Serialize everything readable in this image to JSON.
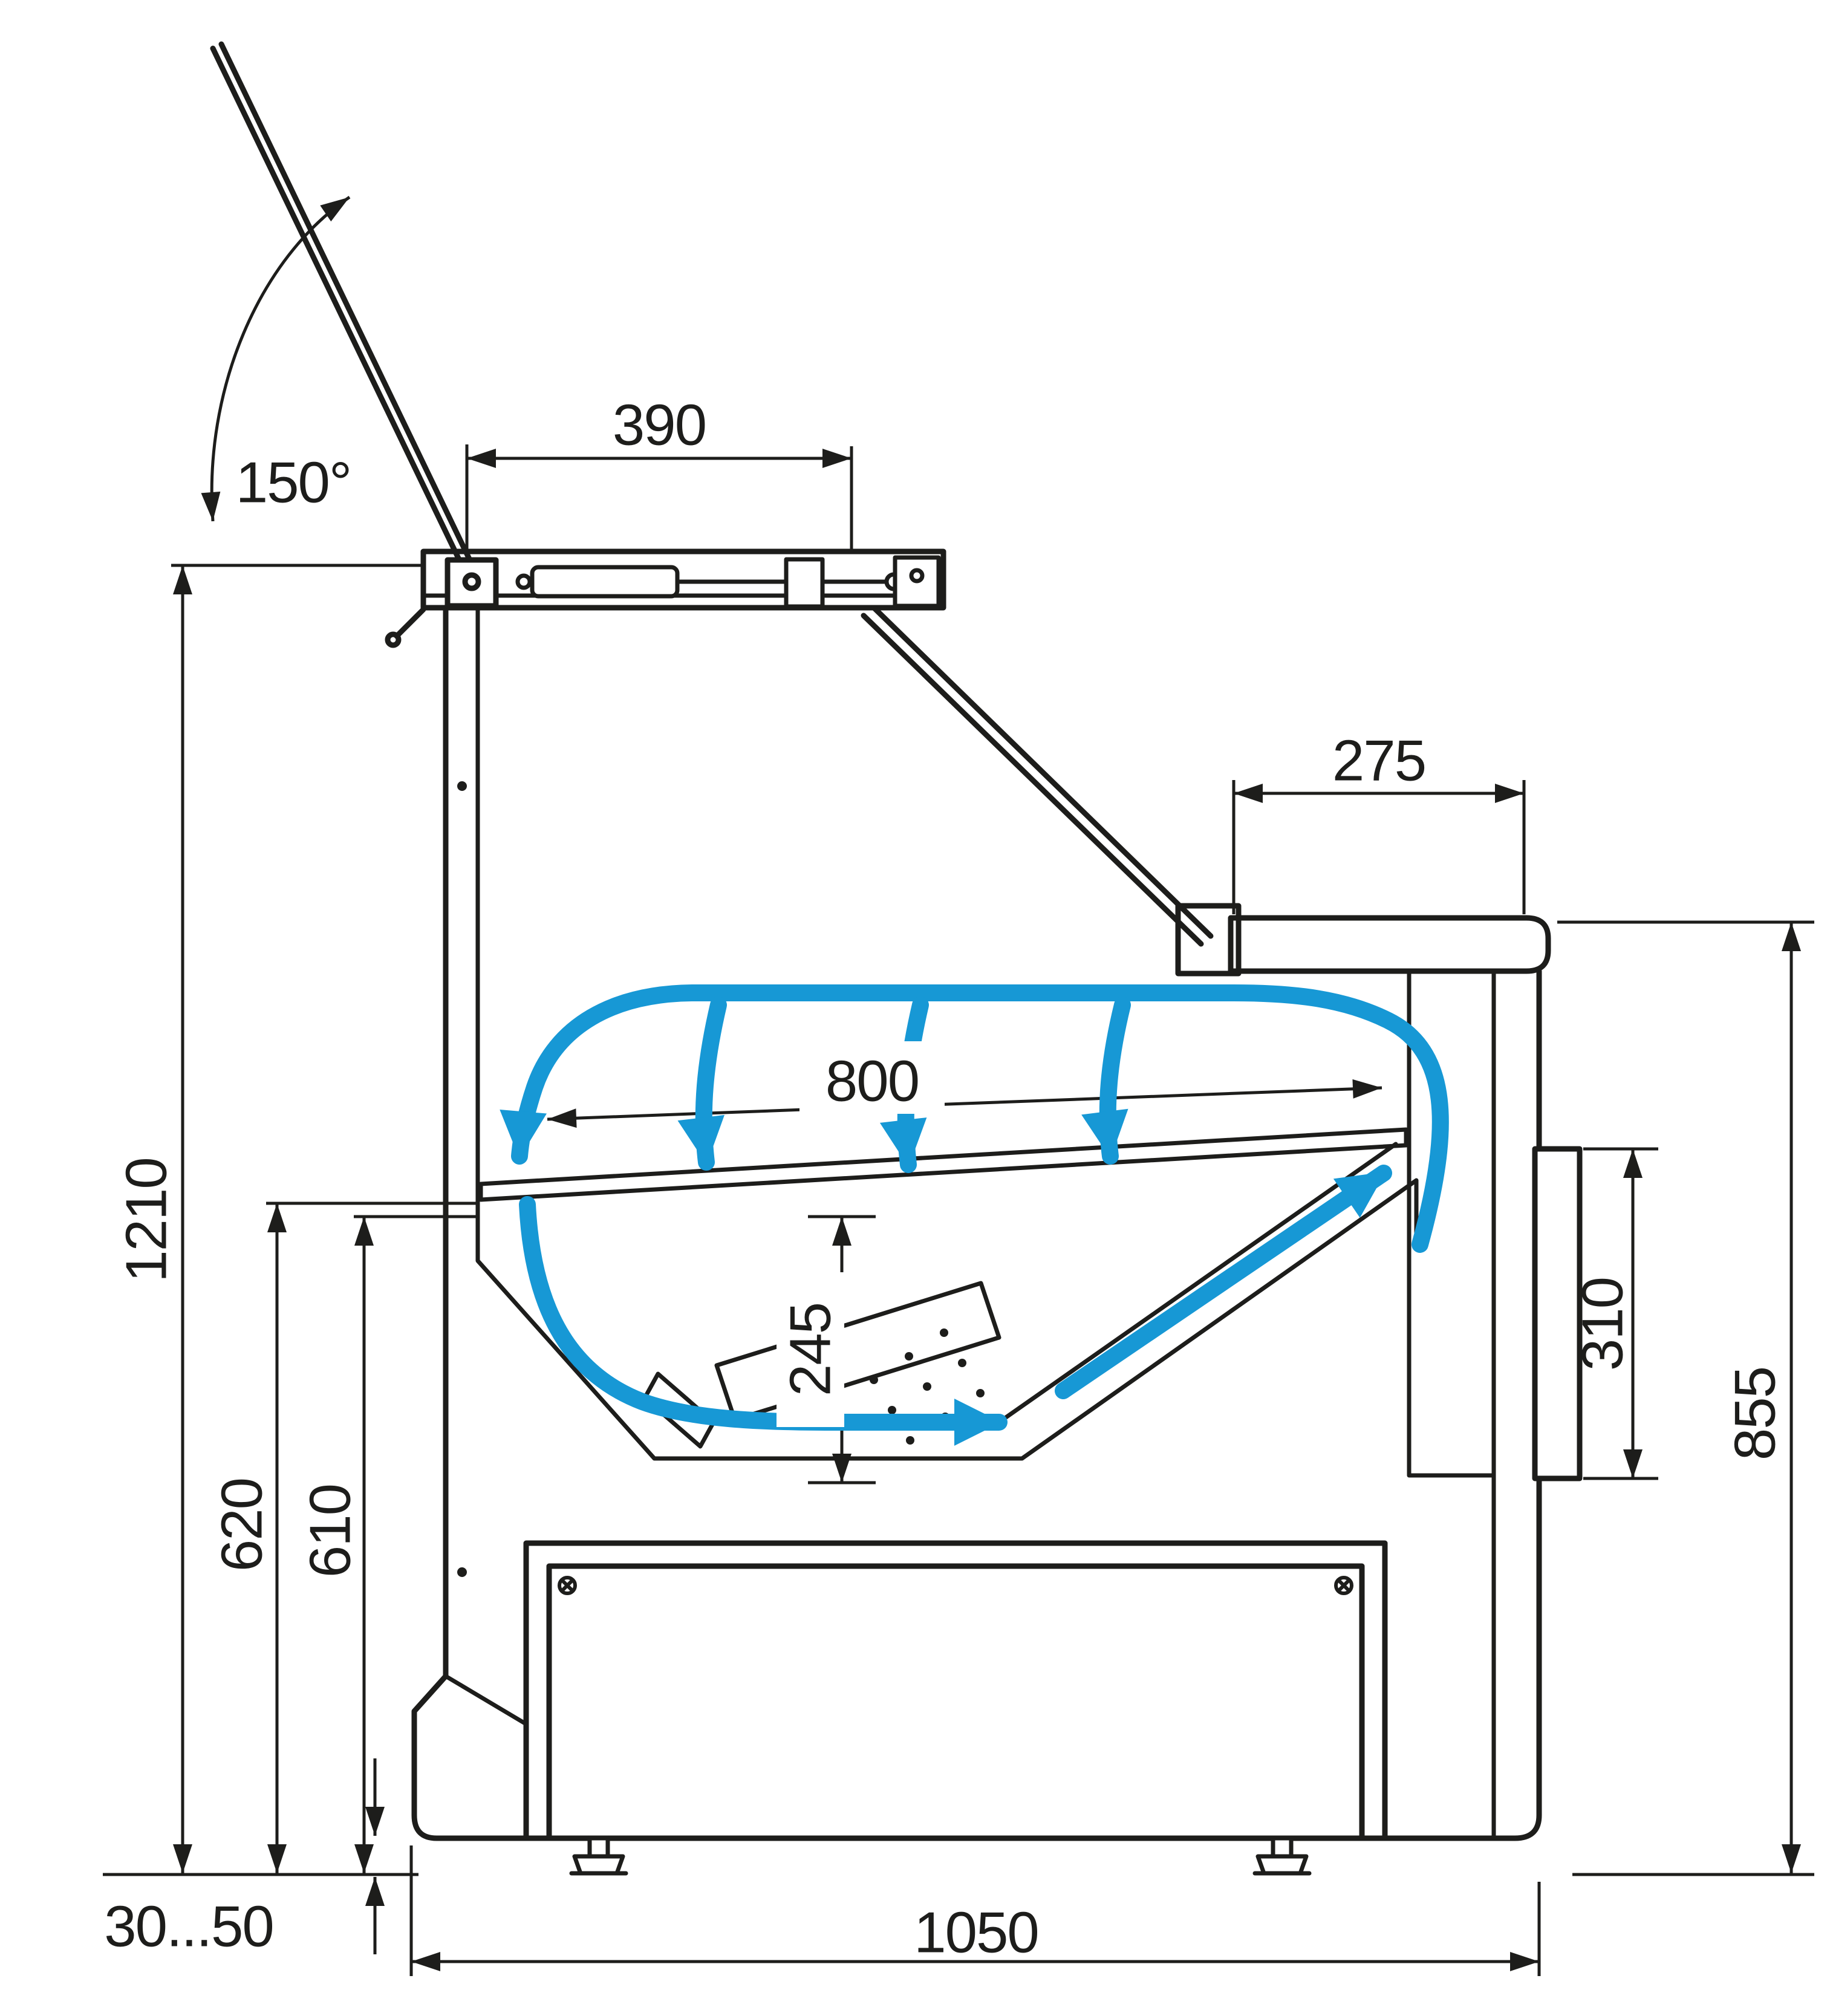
{
  "diagram": {
    "type": "technical-drawing-side-section",
    "dimensions": {
      "lid_open_angle": "150°",
      "canopy_depth": "390",
      "countertop_depth": "275",
      "display_deck_length": "800",
      "overall_height": "1210",
      "well_height": "245",
      "grille_height": "310",
      "front_height": "855",
      "back_inner_height": "620",
      "front_inner_height": "610",
      "leg_adjustment_range": "30...50",
      "overall_depth": "1050"
    },
    "colors": {
      "airflow": "#1798d5",
      "line": "#1d1d1b",
      "background": "#ffffff"
    }
  }
}
